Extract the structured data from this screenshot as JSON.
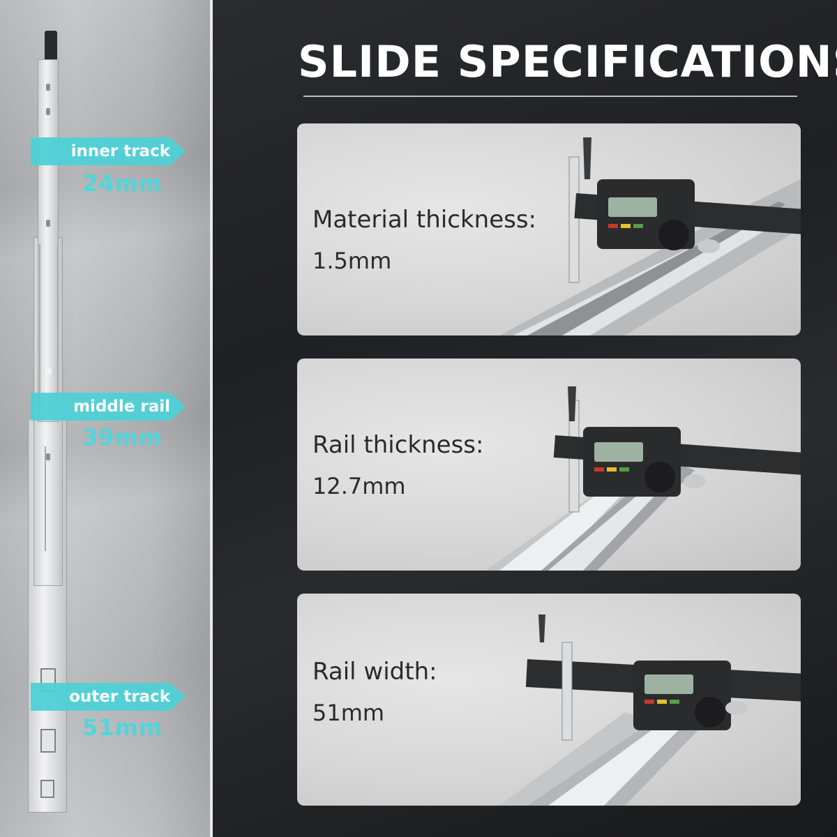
{
  "title": "SLIDE SPECIFICATIONS",
  "tracks": [
    {
      "label": "inner track",
      "value": "24mm"
    },
    {
      "label": "middle rail",
      "value": "39mm"
    },
    {
      "label": "outer track",
      "value": "51mm"
    }
  ],
  "specs": [
    {
      "label": "Material thickness:",
      "value": "1.5mm"
    },
    {
      "label": "Rail thickness:",
      "value": "12.7mm"
    },
    {
      "label": "Rail width:",
      "value": "51mm"
    }
  ],
  "colors": {
    "accent_cyan": "#4fd1d6",
    "background_dark": "#1c1d20",
    "card_gray": "#d6d6d6"
  }
}
